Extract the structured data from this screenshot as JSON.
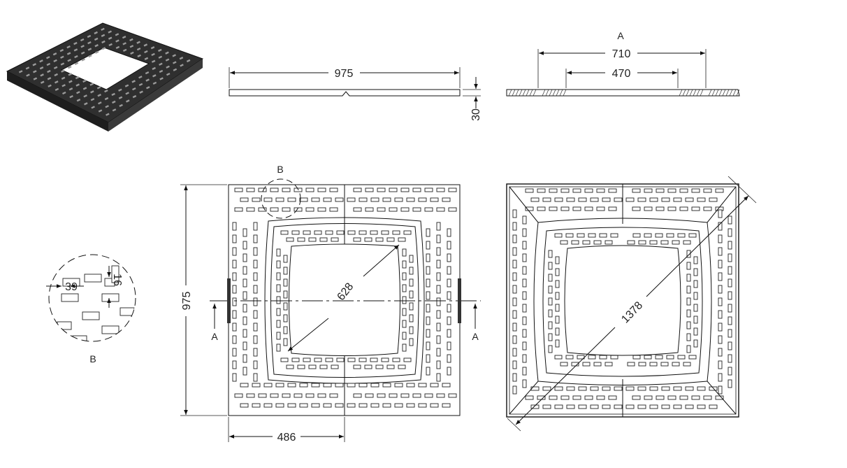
{
  "drawing": {
    "dimensions": {
      "side_view_width": "975",
      "side_view_thickness": "30",
      "section_outer": "710",
      "section_inner": "470",
      "plan_height": "975",
      "plan_half_width": "486",
      "opening_diagonal": "628",
      "outer_diagonal": "1378",
      "detail_slot_length": "39",
      "detail_slot_width": "16"
    },
    "labels": {
      "section_view": "A",
      "cut_left": "A",
      "cut_right": "A",
      "detail_callout": "B",
      "detail_view": "B"
    },
    "colors": {
      "line": "#111111",
      "casting": "#2e2e2e"
    }
  }
}
